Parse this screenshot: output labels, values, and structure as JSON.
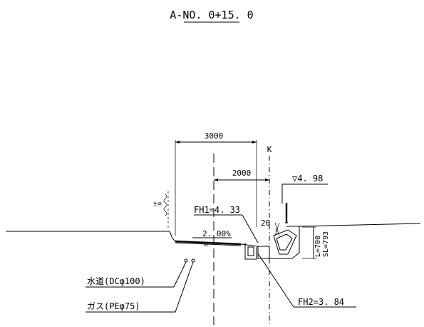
{
  "title": "A-NO. 0+15. 0",
  "dimensions": {
    "width_3000": "3000",
    "width_2000": "2000",
    "small_20": "20"
  },
  "centerline": {
    "label": "K"
  },
  "elevations": {
    "top": "▽4. 98",
    "fh1": "FH1=4. 33",
    "fh2": "FH2=3. 84"
  },
  "slope": {
    "value": "2. 00%",
    "note": "AS",
    "side_note": "2"
  },
  "planting": {
    "label": "生垣"
  },
  "curb": {
    "l_value": "L=700",
    "sl_value": "SL=793"
  },
  "utilities": [
    {
      "label": "水道(DCφ100)"
    },
    {
      "label": "ガス(PEφ75)"
    }
  ]
}
